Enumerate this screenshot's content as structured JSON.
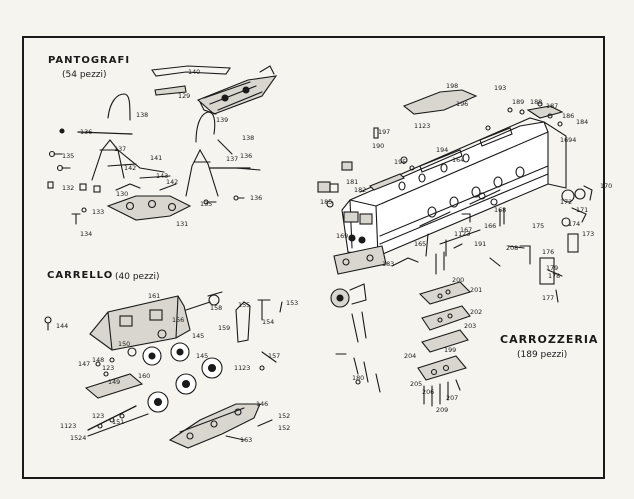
{
  "sections": {
    "pantografi": {
      "title": "PANTOGRAFI",
      "count": "(54 pezzi)"
    },
    "carrello": {
      "title": "CARRELLO",
      "count": "(40 pezzi)"
    },
    "carrozzeria": {
      "title": "CARROZZERIA",
      "count": "(189 pezzi)"
    }
  },
  "part_labels": {
    "pantografi": [
      "140",
      "129",
      "138",
      "139",
      "136",
      "137",
      "141",
      "135",
      "142",
      "143",
      "132",
      "130",
      "133",
      "134",
      "131",
      "136",
      "137",
      "138",
      "142",
      "135",
      "136"
    ],
    "carrello": [
      "161",
      "144",
      "153",
      "155",
      "156",
      "158",
      "145",
      "150",
      "159",
      "145",
      "160",
      "148",
      "147",
      "149",
      "123",
      "151",
      "152",
      "146",
      "152",
      "123",
      "1524",
      "163",
      "157",
      "154",
      "1123",
      "1123"
    ],
    "carrozzeria": [
      "198",
      "193",
      "196",
      "1123",
      "189",
      "188",
      "187",
      "186",
      "184",
      "185",
      "197",
      "190",
      "195",
      "194",
      "170",
      "164",
      "165",
      "191",
      "1123",
      "169",
      "1694",
      "172",
      "171",
      "176",
      "174",
      "175",
      "173",
      "179",
      "178",
      "177",
      "180",
      "181",
      "182",
      "183",
      "166",
      "167",
      "168",
      "201",
      "200",
      "203",
      "202",
      "204",
      "205",
      "206",
      "207",
      "199",
      "208",
      "209"
    ]
  }
}
